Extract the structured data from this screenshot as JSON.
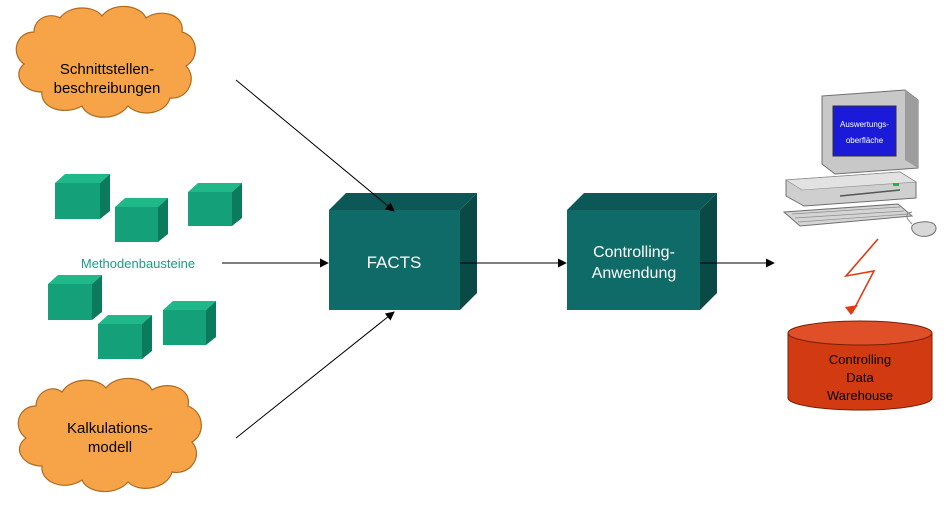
{
  "clouds": {
    "top": {
      "line1": "Schnittstellen-",
      "line2": "beschreibungen"
    },
    "bottom": {
      "line1": "Kalkulations-",
      "line2": "modell"
    }
  },
  "methods": {
    "label": "Methodenbausteine"
  },
  "facts": {
    "label": "FACTS"
  },
  "controlling_app": {
    "line1": "Controlling-",
    "line2": "Anwendung"
  },
  "screen": {
    "line1": "Auswertungs-",
    "line2": "oberfläche"
  },
  "warehouse": {
    "line1": "Controlling",
    "line2": "Data",
    "line3": "Warehouse"
  },
  "colors": {
    "cloud": "#f7a449",
    "box_front": "#0f6b68",
    "box_top": "#0c5856",
    "box_side": "#094946",
    "small_cube": "#14a179",
    "methods_text": "#17a085",
    "screen_blue": "#1a1ad8",
    "warehouse_red": "#d23a12"
  }
}
